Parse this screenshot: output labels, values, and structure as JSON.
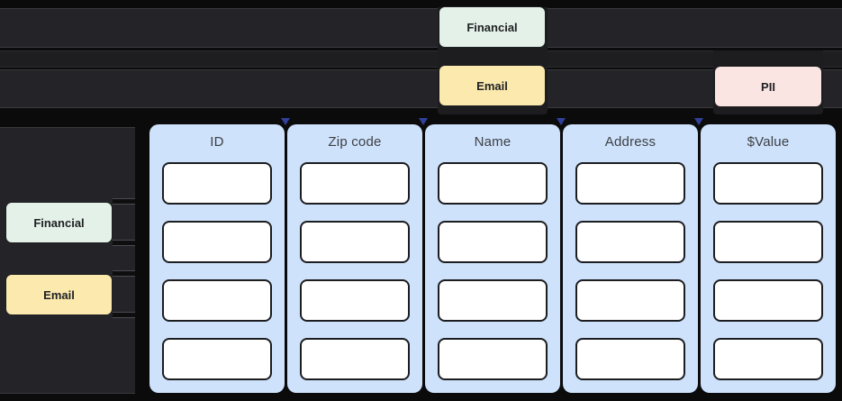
{
  "top_section": {
    "tags": [
      {
        "id": "financial",
        "label": "Financial",
        "bg": "#e3f1e8"
      },
      {
        "id": "email",
        "label": "Email",
        "bg": "#fce9ae"
      },
      {
        "id": "pii",
        "label": "PII",
        "bg": "#fbe5e2"
      }
    ]
  },
  "sidebar": {
    "tags": [
      {
        "id": "financial",
        "label": "Financial",
        "bg": "#e3f1e8"
      },
      {
        "id": "email",
        "label": "Email",
        "bg": "#fce9ae"
      }
    ]
  },
  "table": {
    "columns": [
      {
        "header": "ID"
      },
      {
        "header": "Zip code"
      },
      {
        "header": "Name"
      },
      {
        "header": "Address"
      },
      {
        "header": "$Value"
      }
    ],
    "rows_per_column": 4,
    "cells_empty": true
  },
  "colors": {
    "background": "#0b0b0c",
    "row_bar": "#242428",
    "row_bar_thin": "#1e1e21",
    "sidebar_panel": "#242428",
    "tag_financial": "#e3f1e8",
    "tag_email": "#fce9ae",
    "tag_pii": "#fbe5e2",
    "tag_border": "#1d1e21",
    "tag_text": "#202124",
    "column_blue": "#cfe2fc",
    "column_header_text": "#3c4043",
    "cell_fill": "#ffffff",
    "cell_border": "#1c1d1f",
    "separator_pin": "#30409b"
  }
}
